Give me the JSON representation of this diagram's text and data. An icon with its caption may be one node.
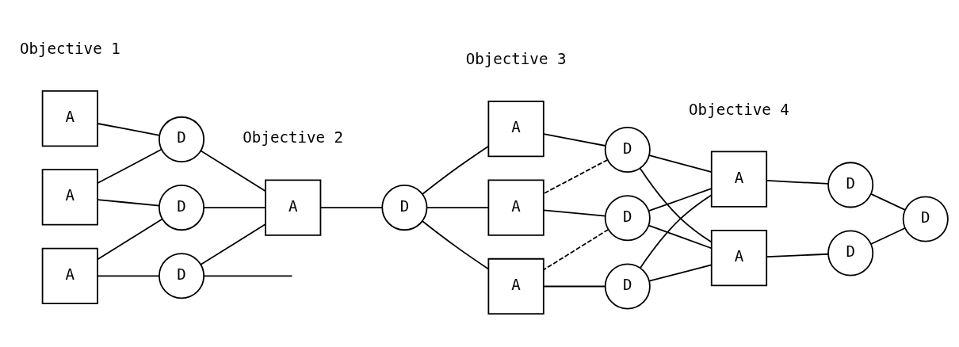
{
  "diagram": {
    "nodes": [
      {
        "text": [
          "A"
        ]
      },
      {
        "text": [
          "D"
        ]
      },
      {
        "text": [
          "A"
        ]
      },
      {
        "text": [
          "D"
        ]
      },
      {
        "text": [
          "A"
        ]
      },
      {
        "text": [
          "D"
        ]
      },
      {
        "text": [
          "A"
        ]
      },
      {
        "text": [
          "D"
        ]
      },
      {
        "text": [
          "A"
        ]
      },
      {
        "text": [
          "D"
        ]
      },
      {
        "text": [
          "A"
        ]
      },
      {
        "text": [
          "D"
        ]
      },
      {
        "text": [
          "A"
        ]
      },
      {
        "text": [
          "D"
        ]
      },
      {
        "text": [
          "A"
        ]
      },
      {
        "text": [
          "D"
        ]
      },
      {
        "text": [
          "A"
        ]
      },
      {
        "text": [
          "D"
        ]
      },
      {
        "text": [
          "D"
        ]
      }
    ],
    "edges": [
      {
        "from": 0,
        "to": 1,
        "arrow": "none"
      },
      {
        "from": 1,
        "to": 2,
        "arrow": "none"
      },
      {
        "from": 2,
        "to": 3,
        "arrow": "none"
      },
      {
        "from": 3,
        "to": 4,
        "arrow": "none"
      },
      {
        "from": 4,
        "to": 5,
        "arrow": "none"
      },
      {
        "from": 5,
        "to": null,
        "arrow": "none"
      },
      {
        "from": 1,
        "to": 6,
        "arrow": "none"
      },
      {
        "from": 3,
        "to": 6,
        "arrow": "none"
      },
      {
        "from": 5,
        "to": 6,
        "arrow": "none"
      },
      {
        "from": 6,
        "to": 7,
        "arrow": "none"
      },
      {
        "from": 7,
        "to": 8,
        "arrow": "none"
      },
      {
        "from": 7,
        "to": 10,
        "arrow": "none"
      },
      {
        "from": 7,
        "to": 12,
        "arrow": "none"
      },
      {
        "from": 8,
        "to": 9,
        "arrow": "none"
      },
      {
        "from": 9,
        "to": 10,
        "arrow": "none",
        "style": "dashed"
      },
      {
        "from": 10,
        "to": 11,
        "arrow": "none"
      },
      {
        "from": 11,
        "to": 12,
        "arrow": "none",
        "style": "dashed"
      },
      {
        "from": 12,
        "to": 13,
        "arrow": "none"
      },
      {
        "from": 9,
        "to": 14,
        "arrow": "none"
      },
      {
        "from": 9,
        "to": 16,
        "arrow": "none"
      },
      {
        "from": 11,
        "to": 14,
        "arrow": "none"
      },
      {
        "from": 11,
        "to": 16,
        "arrow": "none"
      },
      {
        "from": 13,
        "to": 14,
        "arrow": "none"
      },
      {
        "from": 13,
        "to": 16,
        "arrow": "none"
      },
      {
        "from": 14,
        "to": 15,
        "arrow": "none"
      },
      {
        "from": 16,
        "to": 17,
        "arrow": "none"
      },
      {
        "from": 15,
        "to": 18,
        "arrow": "none"
      },
      {
        "from": 17,
        "to": 18,
        "arrow": "none"
      }
    ],
    "labels": [
      "Objective 1",
      "Objective 2",
      "Objective 3",
      "Objective 4"
    ]
  }
}
